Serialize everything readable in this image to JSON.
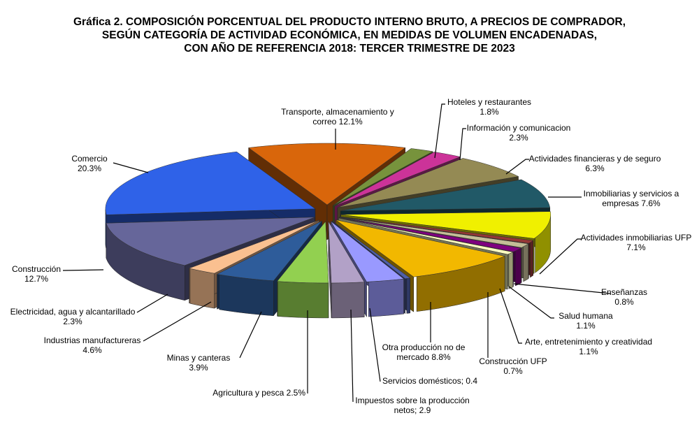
{
  "chart_data": {
    "type": "pie",
    "style": "3d-exploded",
    "title": [
      "Gráfica 2. COMPOSICIÓN PORCENTUAL DEL PRODUCTO INTERNO BRUTO, A PRECIOS DE COMPRADOR,",
      "SEGÚN CATEGORÍA DE ACTIVIDAD ECONÓMICA, EN MEDIDAS DE VOLUMEN ENCADENADAS,",
      "CON AÑO DE REFERENCIA 2018: TERCER TRIMESTRE DE 2023"
    ],
    "slices": [
      {
        "name": "Transporte, almacenamiento y correo",
        "value": 12.1,
        "label": [
          "Transporte, almacenamiento y",
          "correo 12.1%"
        ],
        "color": "#D9660B"
      },
      {
        "name": "Hoteles y restaurantes",
        "value": 1.8,
        "label": [
          "Hoteles y restaurantes",
          "1.8%"
        ],
        "color": "#77933C"
      },
      {
        "name": "Información y comunicacion",
        "value": 2.3,
        "label": [
          "Información y comunicacion",
          "2.3%"
        ],
        "color": "#CC3399"
      },
      {
        "name": "Actividades financieras y de seguro",
        "value": 6.3,
        "label": [
          "Actividades financieras y de seguro",
          "6.3%"
        ],
        "color": "#948A54"
      },
      {
        "name": "Inmobiliarias y servicios a empresas",
        "value": 7.6,
        "label": [
          "Inmobiliarias y servicios a",
          "empresas 7.6%"
        ],
        "color": "#215967"
      },
      {
        "name": "Actividades inmobiliarias UFP",
        "value": 7.1,
        "label": [
          "Actividades inmobiliarias UFP",
          "7.1%"
        ],
        "color": "#F0F000"
      },
      {
        "name": "Enseñanzas",
        "value": 0.8,
        "label": [
          "Enseñanzas",
          "0.8%"
        ],
        "color": "#953735"
      },
      {
        "name": "Salud humana",
        "value": 1.1,
        "label": [
          "Salud humana",
          "1.1%"
        ],
        "color": "#C4BD97"
      },
      {
        "name": "Arte, entretenimiento y creatividad",
        "value": 1.1,
        "label": [
          "Arte, entretenimiento y creatividad",
          "1.1%"
        ],
        "color": "#7F007F"
      },
      {
        "name": "Construcción UFP",
        "value": 0.7,
        "label": [
          "Construcción UFP",
          "0.7%"
        ],
        "color": "#FFFFC0"
      },
      {
        "name": "Otra producción no de mercado",
        "value": 8.8,
        "label": [
          "Otra producción no de",
          "mercado 8.8%"
        ],
        "color": "#F2B800"
      },
      {
        "name": "Servicios domésticos",
        "value": 0.4,
        "label": [
          "Servicios domésticos; 0.4"
        ],
        "color": "#4F5FA8"
      },
      {
        "name": "Impuestos sobre la producción netos",
        "value": 2.9,
        "label": [
          "Impuestos sobre la producción",
          "netos; 2.9"
        ],
        "color": "#9999FF"
      },
      {
        "name": "Agricultura y pesca",
        "value": 2.5,
        "label": [
          "Agricultura y pesca 2.5%"
        ],
        "color": "#B2A1C7"
      },
      {
        "name": "Minas y canteras",
        "value": 3.9,
        "label": [
          "Minas y canteras",
          "3.9%"
        ],
        "color": "#92D050"
      },
      {
        "name": "Industrias manufactureras",
        "value": 4.6,
        "label": [
          "Industrias manufactureras",
          "4.6%"
        ],
        "color": "#2E5C9A"
      },
      {
        "name": "Electricidad, agua y alcantarillado",
        "value": 2.3,
        "label": [
          "Electricidad, agua y alcantarillado",
          "2.3%"
        ],
        "color": "#FAC090"
      },
      {
        "name": "Construcción",
        "value": 12.7,
        "label": [
          "Construcción",
          "12.7%"
        ],
        "color": "#66669A"
      },
      {
        "name": "Comercio",
        "value": 20.3,
        "label": [
          "Comercio",
          "20.3%"
        ],
        "color": "#2F62E8"
      }
    ]
  }
}
